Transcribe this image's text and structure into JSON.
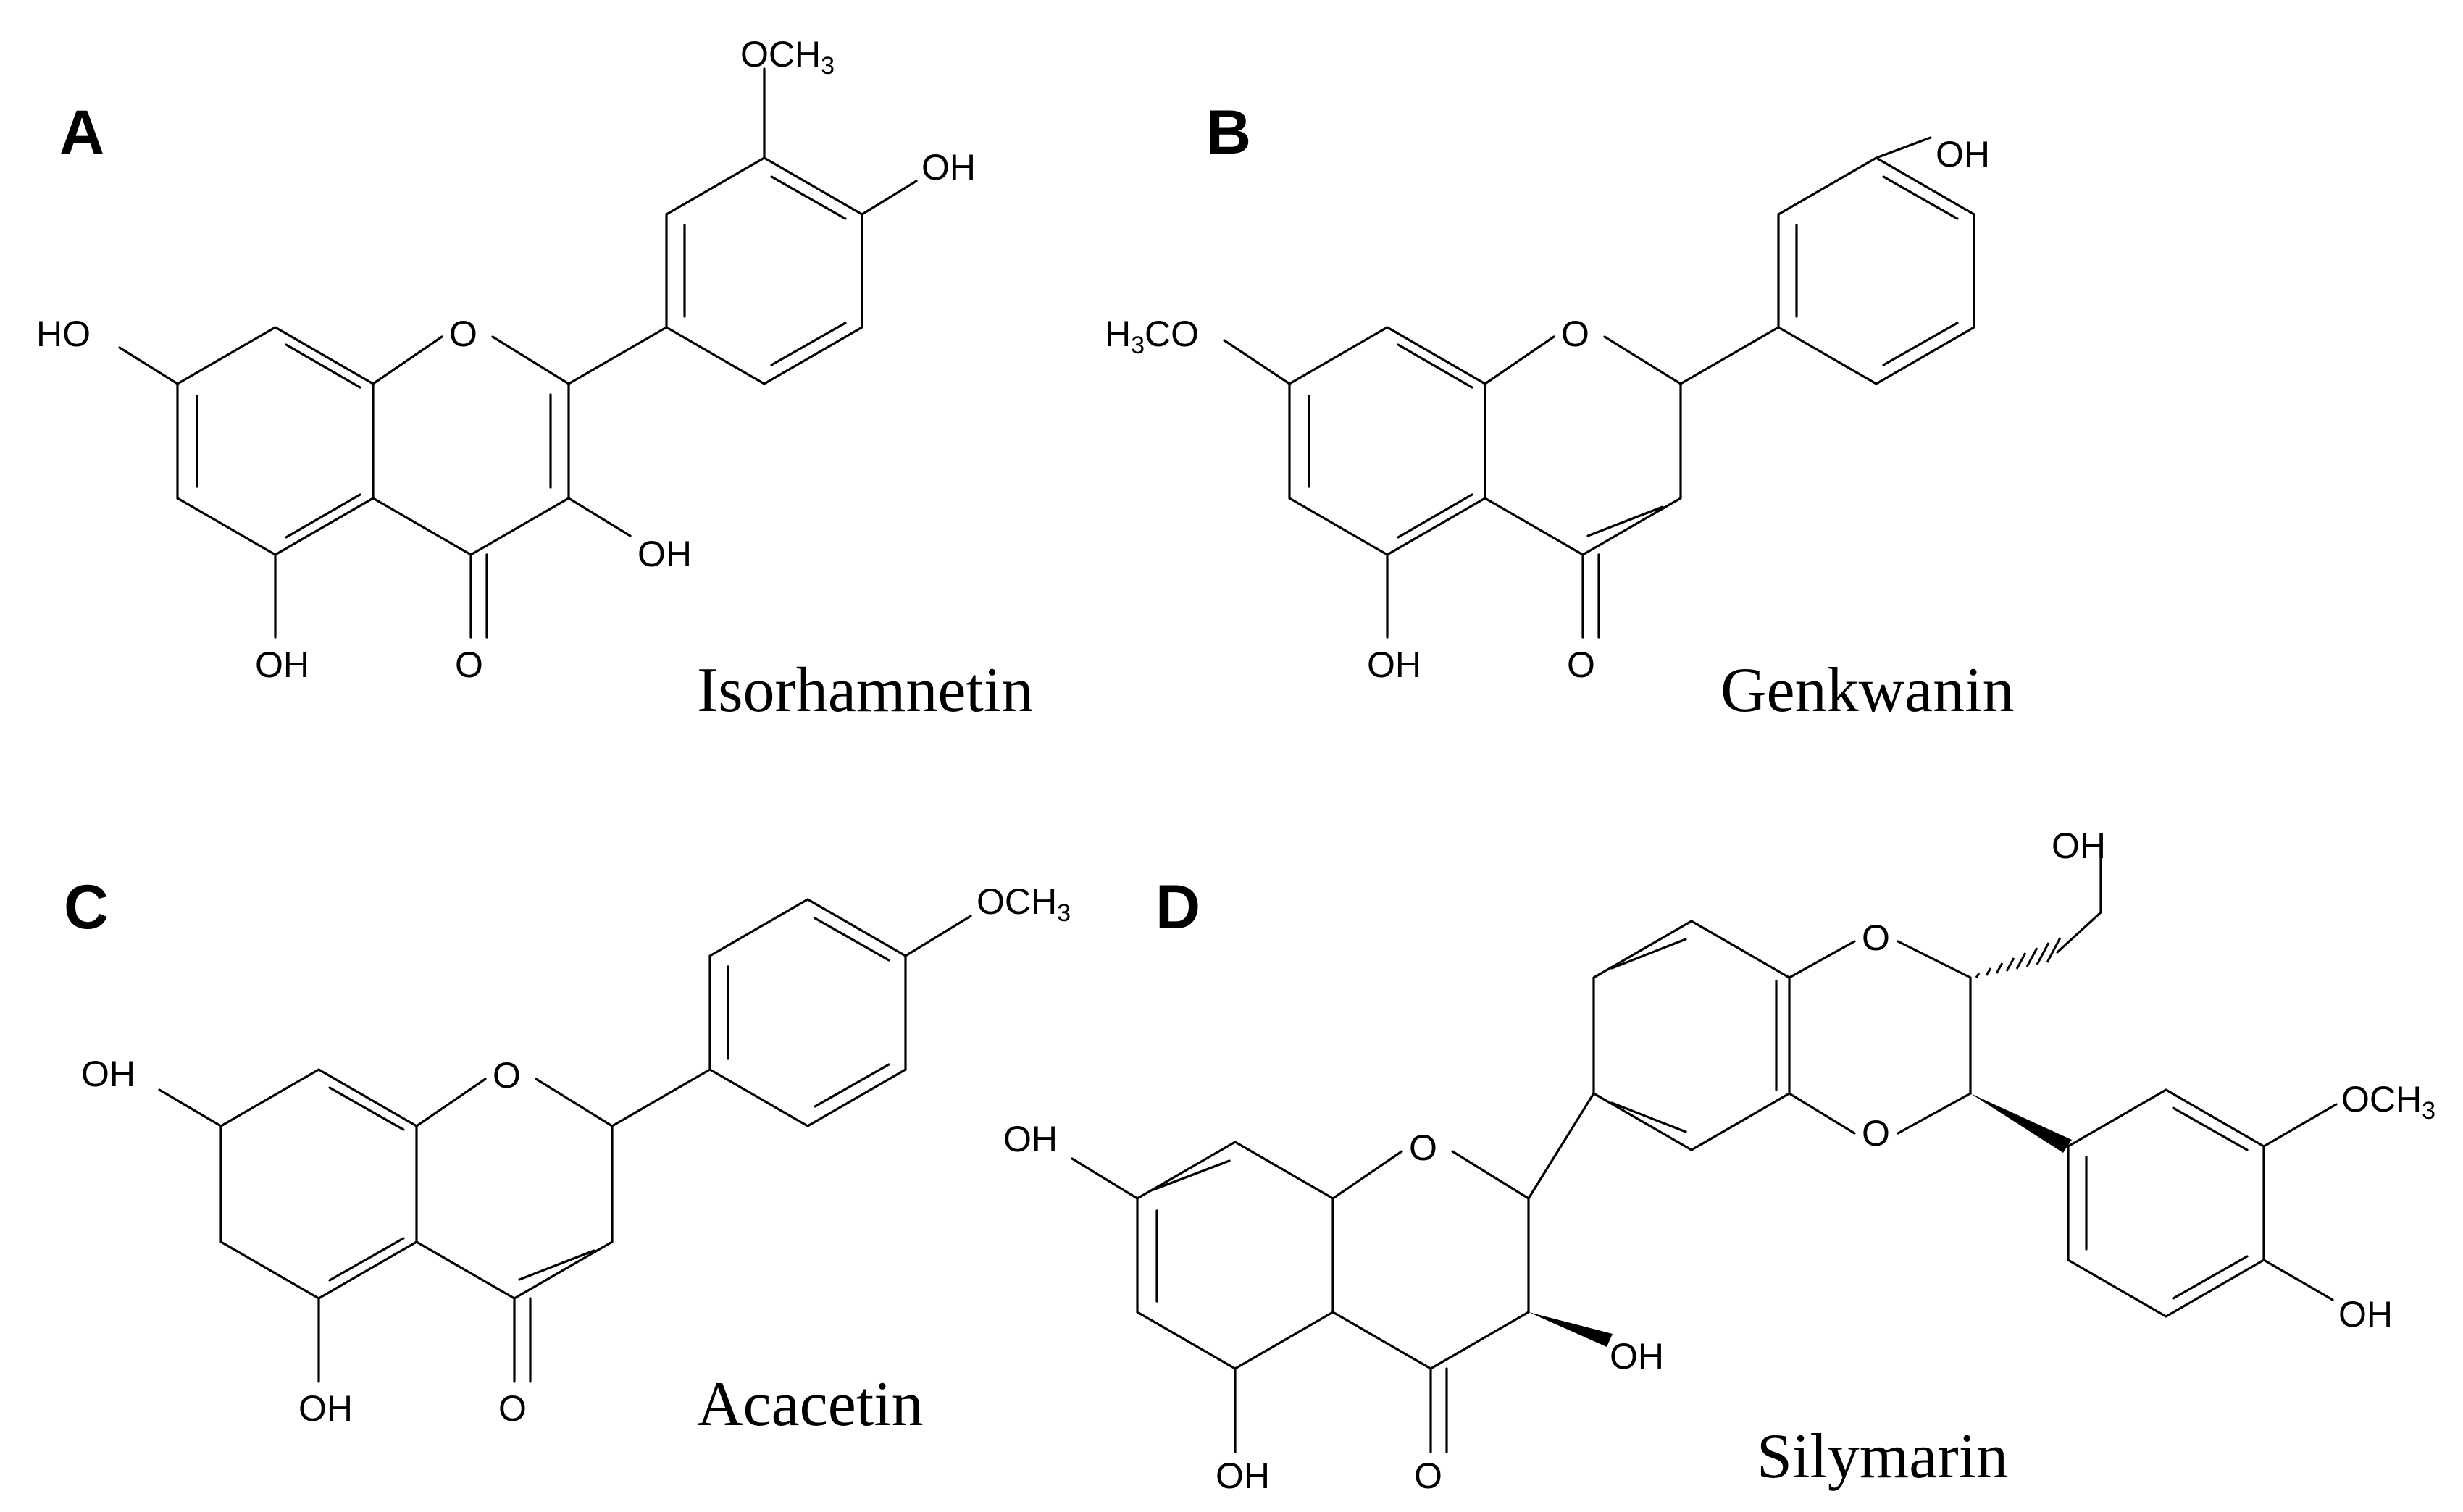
{
  "panels": [
    {
      "letter": "A",
      "name": "Isorhamnetin",
      "labels": {
        "och3": "OCH",
        "och3_sub": "3",
        "oh_4p": "OH",
        "oh_7": "HO",
        "o_ring": "O",
        "oh_3": "OH",
        "oh_5": "OH",
        "o_carbonyl": "O"
      }
    },
    {
      "letter": "B",
      "name": "Genkwanin",
      "labels": {
        "oh_4p": "OH",
        "h3co_h": "H",
        "h3co_sub": "3",
        "h3co_rest": "CO",
        "o_ring": "O",
        "oh_5": "OH",
        "o_carbonyl": "O"
      }
    },
    {
      "letter": "C",
      "name": "Acacetin",
      "labels": {
        "och3": "OCH",
        "och3_sub": "3",
        "oh_7": "OH",
        "o_ring": "O",
        "oh_5": "OH",
        "o_carbonyl": "O"
      }
    },
    {
      "letter": "D",
      "name": "Silymarin",
      "labels": {
        "oh_ch2": "OH",
        "o_dioxane_top": "O",
        "o_dioxane_bottom": "O",
        "och3": "OCH",
        "och3_sub": "3",
        "oh_4p": "OH",
        "oh_7": "OH",
        "o_ring": "O",
        "oh_3": "OH",
        "oh_5": "OH",
        "o_carbonyl": "O"
      }
    }
  ]
}
